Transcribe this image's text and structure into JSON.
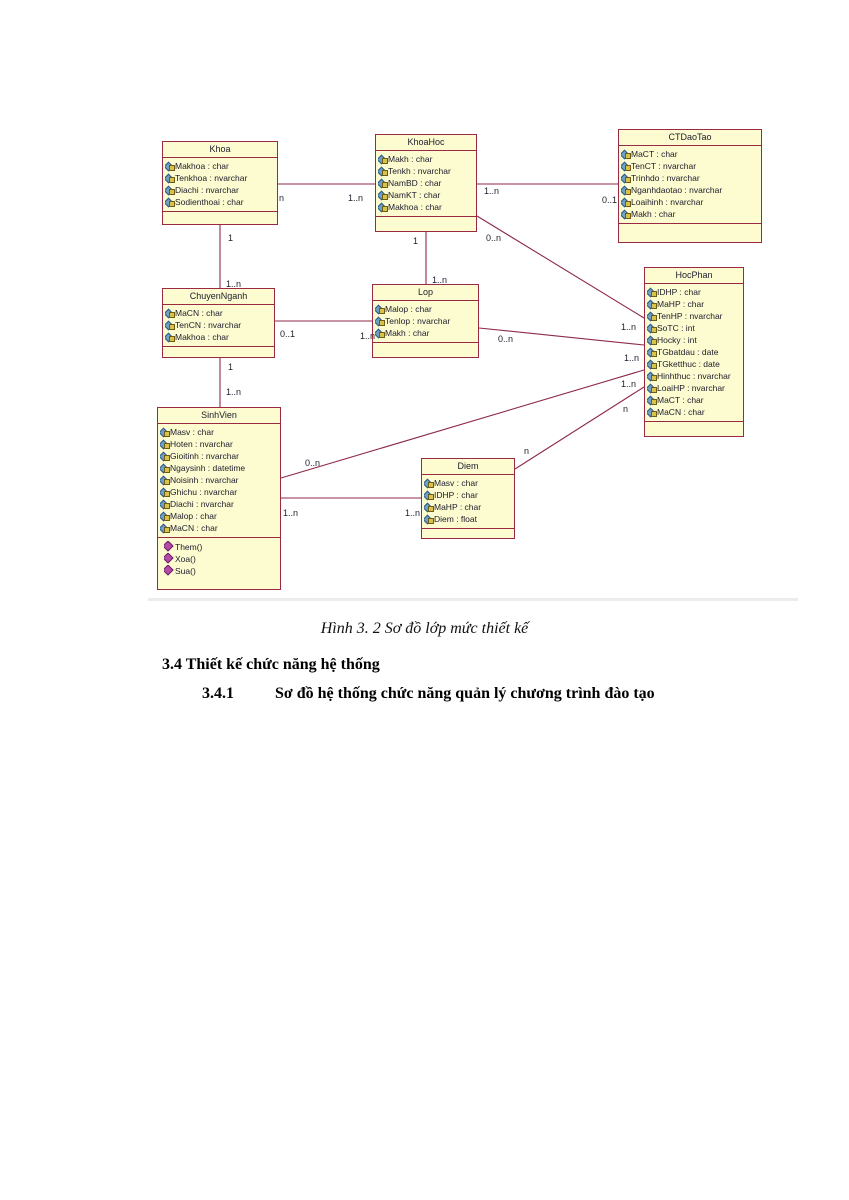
{
  "classes": {
    "khoa": {
      "name": "Khoa",
      "attributes": [
        "Makhoa : char",
        "Tenkhoa : nvarchar",
        "Diachi : nvarchar",
        "Sodienthoai : char"
      ],
      "operations": []
    },
    "khoahoc": {
      "name": "KhoaHoc",
      "attributes": [
        "Makh : char",
        "Tenkh : nvarchar",
        "NamBD : char",
        "NamKT : char",
        "Makhoa : char"
      ],
      "operations": []
    },
    "ctdaotao": {
      "name": "CTDaoTao",
      "attributes": [
        "MaCT : char",
        "TenCT : nvarchar",
        "Trinhdo : nvarchar",
        "Nganhdaotao : nvarchar",
        "Loaihinh : nvarchar",
        "Makh : char"
      ],
      "operations": []
    },
    "chuyennganh": {
      "name": "ChuyenNganh",
      "attributes": [
        "MaCN : char",
        "TenCN : nvarchar",
        "Makhoa : char"
      ],
      "operations": []
    },
    "lop": {
      "name": "Lop",
      "attributes": [
        "Malop : char",
        "Tenlop : nvarchar",
        "Makh : char"
      ],
      "operations": []
    },
    "hocphan": {
      "name": "HocPhan",
      "attributes": [
        "IDHP : char",
        "MaHP : char",
        "TenHP : nvarchar",
        "SoTC : int",
        "Hocky : int",
        "TGbatdau : date",
        "TGketthuc : date",
        "Hinhthuc : nvarchar",
        "LoaiHP : nvarchar",
        "MaCT : char",
        "MaCN : char"
      ],
      "operations": []
    },
    "sinhvien": {
      "name": "SinhVien",
      "attributes": [
        "Masv : char",
        "Hoten : nvarchar",
        "Gioitinh : nvarchar",
        "Ngaysinh : datetime",
        "Noisinh : nvarchar",
        "Ghichu : nvarchar",
        "Diachi : nvarchar",
        "Malop : char",
        "MaCN : char"
      ],
      "operations": [
        "Them()",
        "Xoa()",
        "Sua()"
      ]
    },
    "diem": {
      "name": "Diem",
      "attributes": [
        "Masv : char",
        "IDHP : char",
        "MaHP : char",
        "Diem : float"
      ],
      "operations": []
    }
  },
  "associations": [
    {
      "id": "khoa-khoahoc",
      "from": "khoa",
      "to": "khoahoc",
      "from_mult": "n",
      "to_mult": "1..n"
    },
    {
      "id": "khoahoc-ctdaotao",
      "from": "khoahoc",
      "to": "ctdaotao",
      "from_mult": "1..n",
      "to_mult": "0..1"
    },
    {
      "id": "khoahoc-hocphan",
      "from": "khoahoc",
      "to": "hocphan",
      "from_mult": "0..n",
      "to_mult": "1..n"
    },
    {
      "id": "khoa-chuyennganh",
      "from": "khoa",
      "to": "chuyennganh",
      "from_mult": "1",
      "to_mult": "1..n"
    },
    {
      "id": "khoahoc-lop",
      "from": "khoahoc",
      "to": "lop",
      "from_mult": "1",
      "to_mult": "1..n"
    },
    {
      "id": "chuyennganh-lop",
      "from": "chuyennganh",
      "to": "lop",
      "from_mult": "0..1",
      "to_mult": "1..n"
    },
    {
      "id": "lop-hocphan",
      "from": "lop",
      "to": "hocphan",
      "from_mult": "0..n",
      "to_mult": "1..n"
    },
    {
      "id": "chuyennganh-sinhvien",
      "from": "chuyennganh",
      "to": "sinhvien",
      "from_mult": "1",
      "to_mult": "1..n"
    },
    {
      "id": "sinhvien-hocphan",
      "from": "sinhvien",
      "to": "hocphan",
      "from_mult": "0..n",
      "to_mult": "1..n"
    },
    {
      "id": "sinhvien-diem",
      "from": "sinhvien",
      "to": "diem",
      "from_mult": "1..n",
      "to_mult": "1..n"
    },
    {
      "id": "diem-hocphan",
      "from": "diem",
      "to": "hocphan",
      "from_mult": "n",
      "to_mult": "n"
    }
  ],
  "caption": "Hình 3. 2 Sơ đồ lớp mức thiết kế",
  "section": {
    "heading": "3.4 Thiết kế chức năng hệ thống",
    "subsection_number": "3.4.1",
    "subsection_title": "Sơ đồ hệ thống chức năng quản lý chương trình đào tạo"
  },
  "colors": {
    "class_fill": "#fdfbd0",
    "class_border": "#9a2a44",
    "association_line": "#8e2a4a"
  }
}
